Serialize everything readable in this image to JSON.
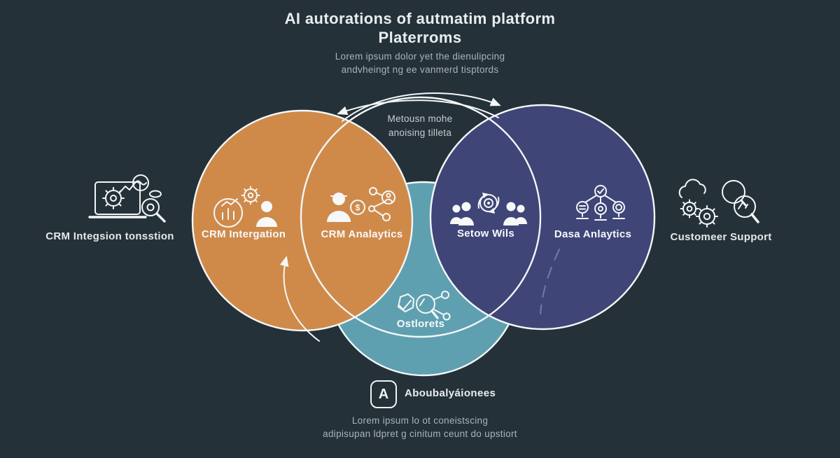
{
  "title": {
    "line1": "AI autorations of autmatim platform",
    "line2": "Platerroms"
  },
  "subtitle": {
    "line1": "Lorem ipsum dolor yet the dienulipcing",
    "line2": "andvheingt ng ee vanmerd tisptords"
  },
  "center_note": {
    "line1": "Metousn mohe",
    "line2": "anoising tilleta"
  },
  "venn": {
    "left_circle": {
      "label_outer": "CRM Intergation",
      "label_overlap": "CRM Analaytics",
      "color": "#cf8a4a"
    },
    "right_circle": {
      "label_overlap": "Setow Wils",
      "label_outer": "Dasa Anlaytics",
      "color": "#3f4577"
    },
    "bottom_circle": {
      "label": "Ostlorets",
      "color": "#5fa0b0"
    }
  },
  "sides": {
    "left": {
      "label": "CRM Integsion tonsstion"
    },
    "right": {
      "label": "Customeer Support"
    }
  },
  "footer": {
    "badge_letter": "A",
    "caption": "Aboubalyáionees",
    "line1": "Lorem ipsum lo ot coneistscing",
    "line2": "adipisupan ldpret g cinitum ceunt do upstiort"
  },
  "icons": {
    "coin_glyph": "$"
  },
  "colors": {
    "background": "#243139",
    "outline": "#f4f7f8",
    "dashed_accent": "#8e97c6"
  }
}
